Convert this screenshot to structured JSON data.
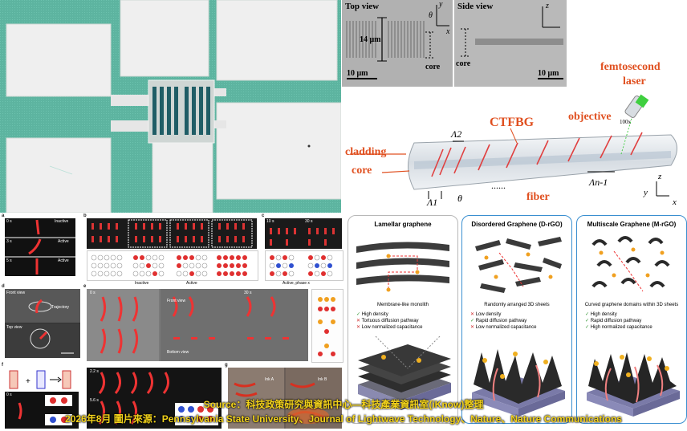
{
  "panel_fbg": {
    "top_view": "Top view",
    "side_view": "Side view",
    "length_14": "14 μm",
    "core_top": "core",
    "core_side": "core",
    "scale_left": "10 μm",
    "scale_right": "10 μm",
    "axis_y": "y",
    "axis_x": "x",
    "axis_theta": "θ",
    "axis_z": "z",
    "femto": "femtosecond",
    "laser": "laser",
    "objective": "objective",
    "obj_mag": "100x",
    "ctfbg": "CTFBG",
    "cladding": "cladding",
    "core": "core",
    "fiber": "fiber",
    "lambda1": "Λ1",
    "lambda2": "Λ2",
    "lambdan": "Λn-1",
    "theta": "θ",
    "dots": "......",
    "axis_bottom_z": "z",
    "axis_bottom_y": "y",
    "axis_bottom_x": "x"
  },
  "panel_robot": {
    "a": "a",
    "b": "b",
    "c": "c",
    "d": "d",
    "e": "e",
    "f": "f",
    "g": "g",
    "time_0": "0 s",
    "time_3": "3 s",
    "time_5": "5 s",
    "state_inactive1": "Inactive",
    "state_active1": "Active",
    "state_active2": "Active",
    "b_inactive": "Inactive",
    "b_active": "Active",
    "c_active": "Active, phase x",
    "front_view": "Front view",
    "top_view": "Top view",
    "trajectory": "Trajectory",
    "front_view_e": "Front view",
    "bottom_view": "Bottom view",
    "t_e0": "0 s",
    "t_e30": "30 s",
    "t_c10": "10 s",
    "t_c30": "30 s",
    "t_f0": "0 s",
    "t_f22": "2.2 s",
    "t_f56": "5.6 s",
    "ink_a": "Ink A",
    "ink_b": "Ink B"
  },
  "panel_graphene": {
    "col1_title": "Lamellar graphene",
    "col1_sub": "Membrane-like monolith",
    "col1_items": [
      "High density",
      "Tortuous diffusion pathway",
      "Low normalized capacitance"
    ],
    "col2_title": "Disordered Graphene (D-rGO)",
    "col2_sub": "Randomly arranged 3D sheets",
    "col2_items": [
      "Low density",
      "Rapid diffusion pathway",
      "Low normalized capacitance"
    ],
    "col3_title": "Multiscale Graphene (M-rGO)",
    "col3_sub": "Curved graphene domains within 3D sheets",
    "col3_items": [
      "High density",
      "Rapid diffusion pathway",
      "High normalized capacitance"
    ],
    "good_color": "#3a9a3a",
    "bad_color": "#d03030"
  },
  "caption": {
    "line1": "Source：科技政策研究與資訊中心—科技產業資訊室(iKnow)整理",
    "line2": "2026年8月  圖片來源：Pennsylvania State University、Journal of Lightwave Technology、Nature、Nature Communications"
  }
}
